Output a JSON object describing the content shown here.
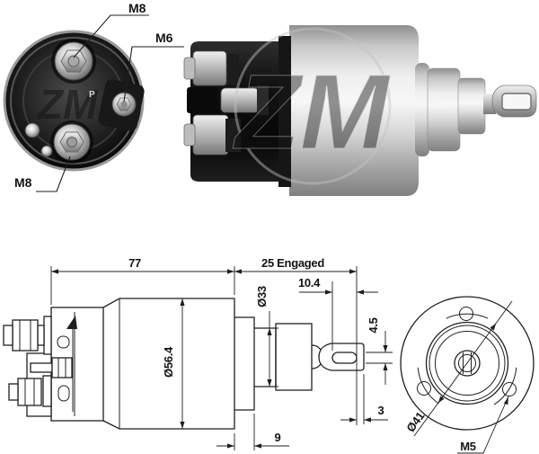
{
  "cap_end_view": {
    "labels": {
      "m8_top": "M8",
      "m6": "M6",
      "m8_bottom": "M8"
    },
    "marking": "P",
    "watermark": "ZM"
  },
  "side_photo": {
    "watermark": "ZM"
  },
  "dimension_drawing": {
    "length_total": "77",
    "engaged_length": "25 Engaged",
    "slot_length": "10.4",
    "front_diameter": "Ø33",
    "body_diameter": "Ø56.4",
    "slot_width": "4.5",
    "tip_wall": "3",
    "flange_thickness": "9",
    "bolt_circle": "Ø41",
    "mount_thread": "M5"
  },
  "colors": {
    "background": "#ffffff",
    "line": "#1f1f1f",
    "metal_highlight": "#f5f5f5",
    "metal_shadow": "#7f7f7f",
    "cap_black": "#0d0d0d",
    "watermark_gray": "#cccccc"
  }
}
